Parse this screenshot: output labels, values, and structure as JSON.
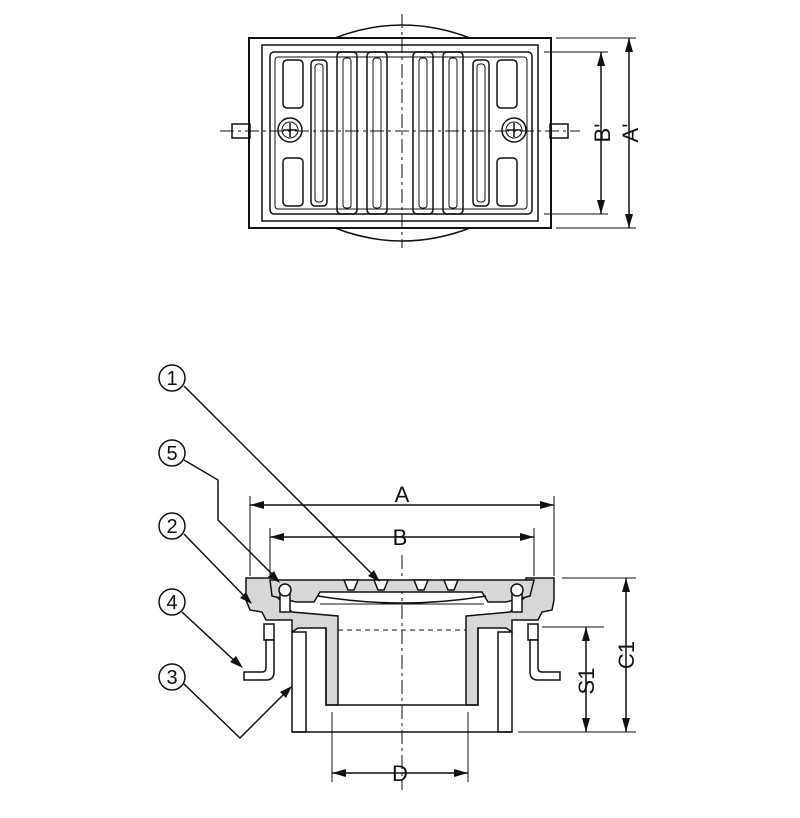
{
  "plan_view": {
    "dimensions": {
      "B_prime": "B'",
      "A_prime": "A'"
    }
  },
  "section_view": {
    "dimensions": {
      "A": "A",
      "B": "B",
      "D": "D",
      "C1": "C1",
      "S1": "S1"
    },
    "callouts": [
      {
        "id": "callout-1",
        "label": "1"
      },
      {
        "id": "callout-5",
        "label": "5"
      },
      {
        "id": "callout-2",
        "label": "2"
      },
      {
        "id": "callout-4",
        "label": "4"
      },
      {
        "id": "callout-3",
        "label": "3"
      }
    ]
  }
}
